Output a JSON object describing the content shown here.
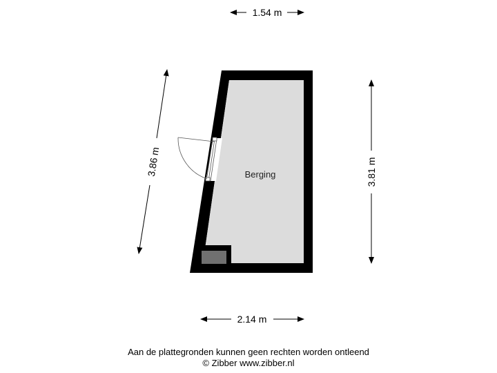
{
  "floorplan": {
    "room_label": "Berging",
    "dimensions": {
      "top": "1.54 m",
      "bottom": "2.14 m",
      "right": "3.81 m",
      "left": "3.86 m"
    },
    "colors": {
      "wall": "#000000",
      "floor": "#dcdcdc",
      "fixture": "#707070"
    }
  },
  "footer": {
    "disclaimer": "Aan de plattegronden kunnen geen rechten worden ontleend",
    "copyright": "© Zibber www.zibber.nl"
  }
}
